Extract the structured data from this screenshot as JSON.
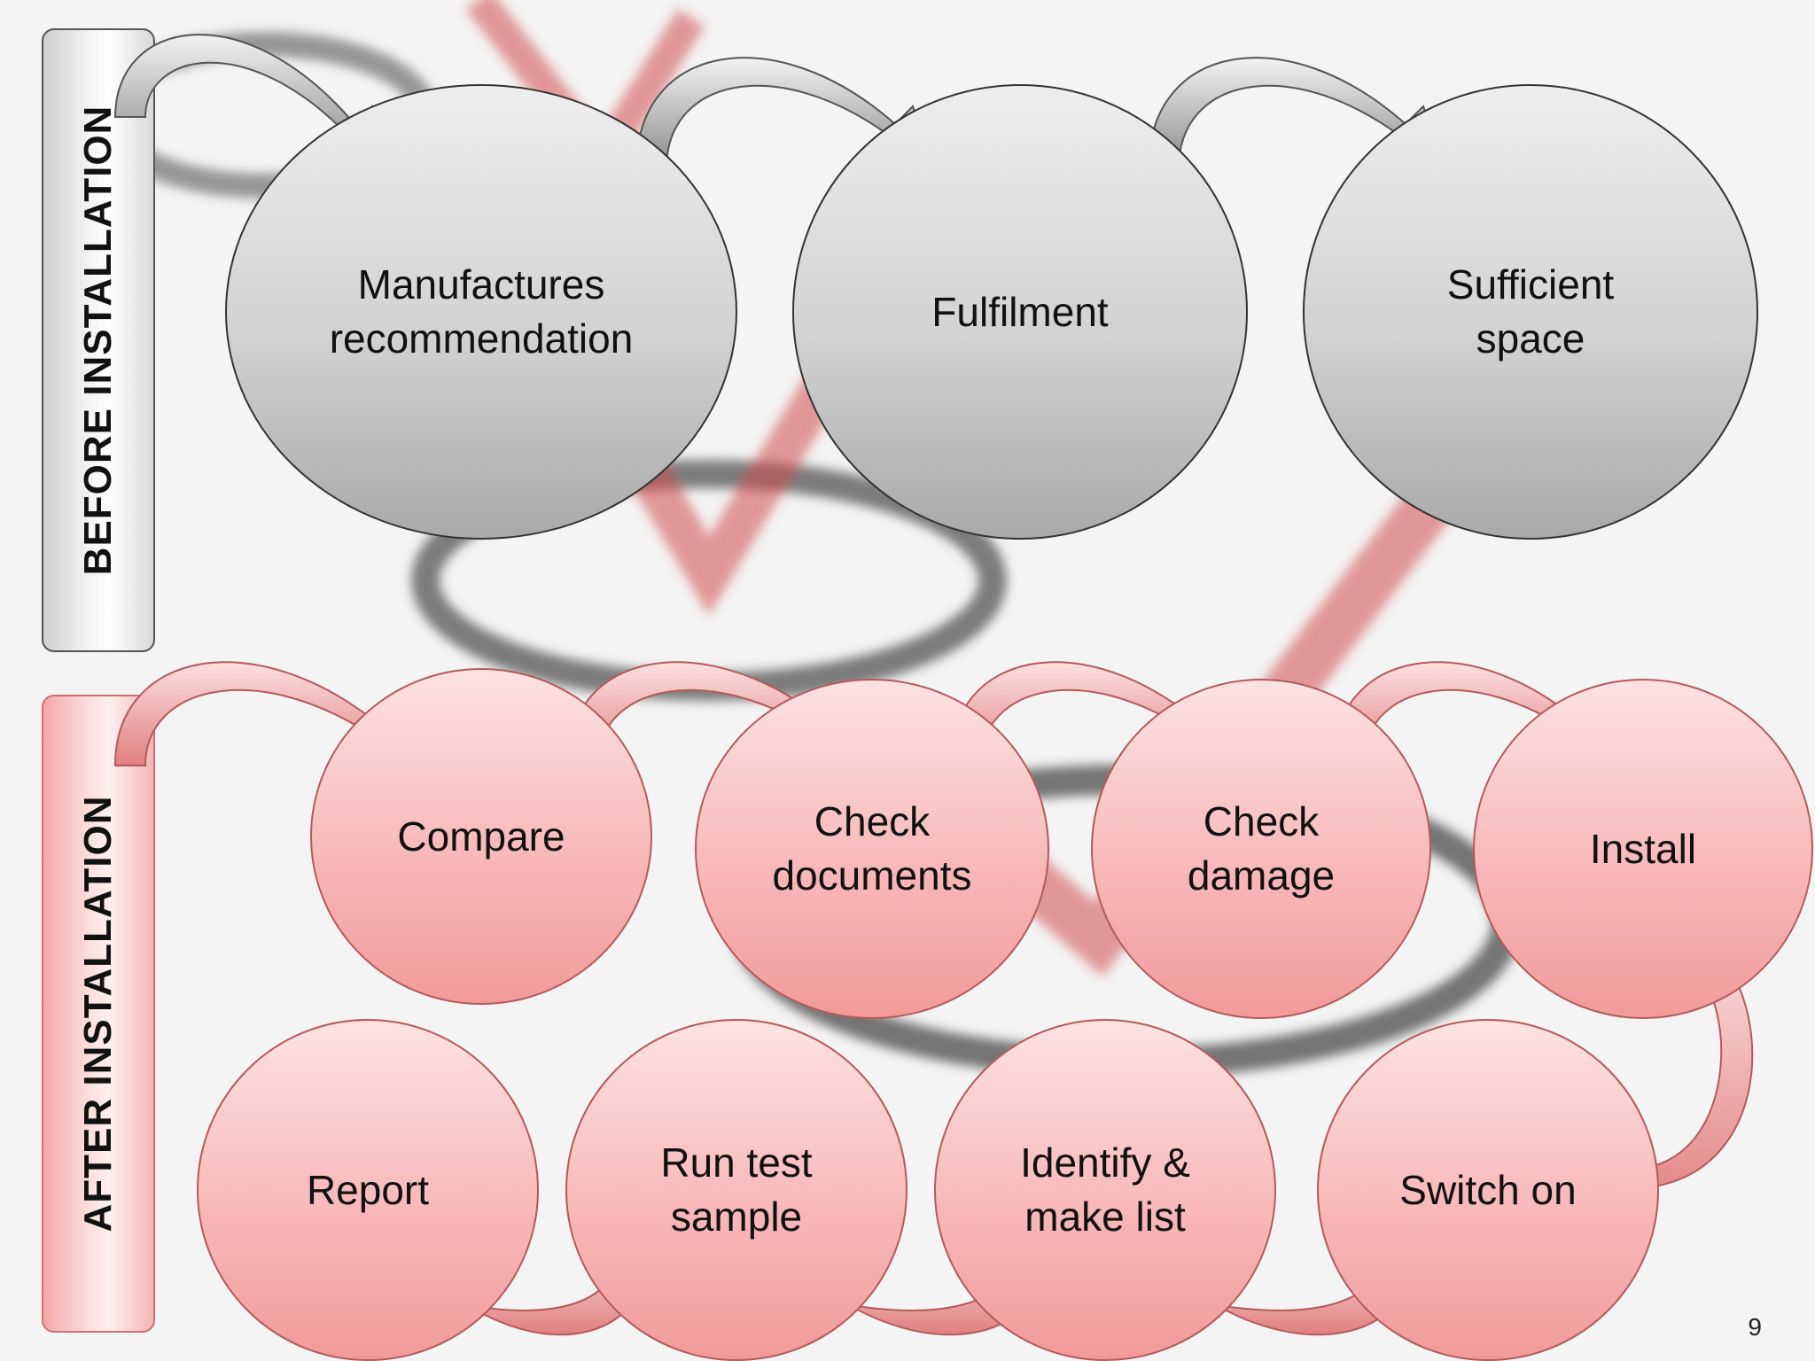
{
  "labels": {
    "before": "BEFORE INSTALLATION",
    "after": "AFTER INSTALLATION"
  },
  "before_steps": [
    {
      "label": "Manufactures\nrecommendation"
    },
    {
      "label": "Fulfilment"
    },
    {
      "label": "Sufficient\nspace"
    }
  ],
  "after_steps": [
    {
      "label": "Compare"
    },
    {
      "label": "Check\ndocuments"
    },
    {
      "label": "Check\ndamage"
    },
    {
      "label": "Install"
    },
    {
      "label": "Switch on"
    },
    {
      "label": "Identify &\nmake list"
    },
    {
      "label": "Run test\nsample"
    },
    {
      "label": "Report"
    }
  ],
  "page_number": "9",
  "colors": {
    "grey_fill": "#d2d2d2",
    "pink_fill": "#f8b9b9",
    "accent_red": "#d9534f"
  }
}
